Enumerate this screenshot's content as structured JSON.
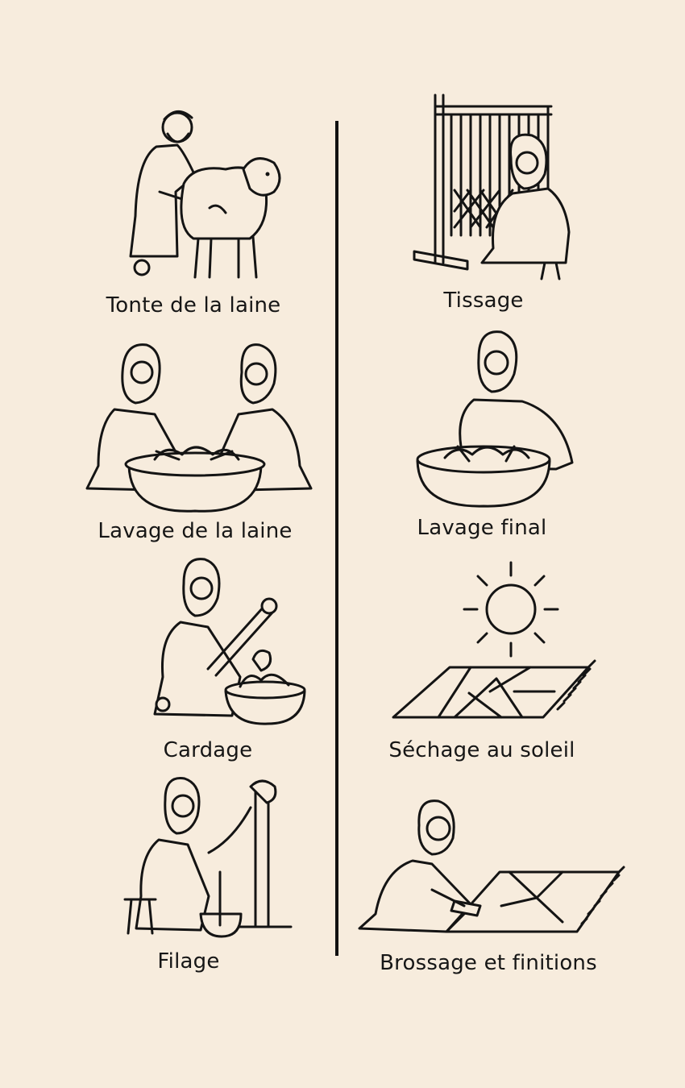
{
  "steps_left": [
    {
      "label": "Tonte de la laine",
      "icon": "shearing-sheep-icon"
    },
    {
      "label": "Lavage de la laine",
      "icon": "washing-wool-icon"
    },
    {
      "label": "Cardage",
      "icon": "carding-icon"
    },
    {
      "label": "Filage",
      "icon": "spinning-icon"
    }
  ],
  "steps_right": [
    {
      "label": "Tissage",
      "icon": "loom-weaving-icon"
    },
    {
      "label": "Lavage final",
      "icon": "final-wash-icon"
    },
    {
      "label": "Séchage au soleil",
      "icon": "sun-drying-icon"
    },
    {
      "label": "Brossage et finitions",
      "icon": "brushing-rug-icon"
    }
  ],
  "colors": {
    "background": "#f7ecdd",
    "ink": "#141414"
  }
}
